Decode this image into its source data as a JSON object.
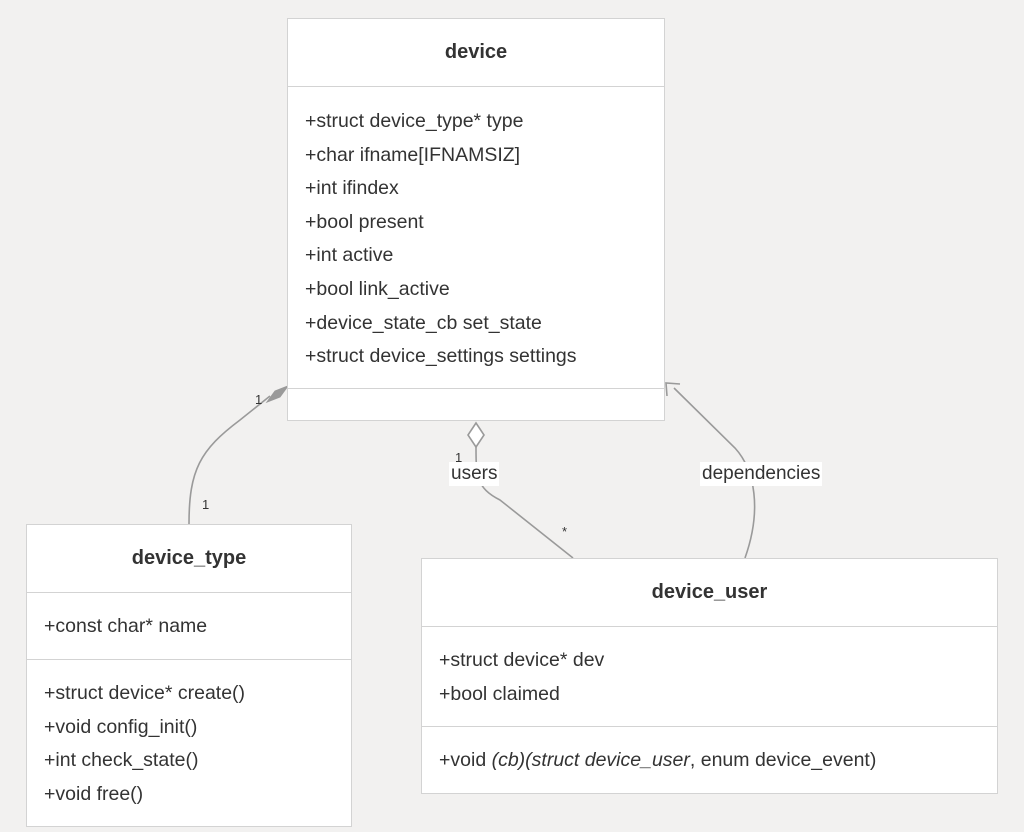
{
  "classes": {
    "device": {
      "name": "device",
      "attributes": [
        "+struct device_type* type",
        "+char ifname[IFNAMSIZ]",
        "+int ifindex",
        "+bool present",
        "+int active",
        "+bool link_active",
        "+device_state_cb set_state",
        "+struct device_settings settings"
      ],
      "methods": []
    },
    "device_type": {
      "name": "device_type",
      "attributes": [
        "+const char* name"
      ],
      "methods": [
        "+struct device* create()",
        "+void config_init()",
        "+int check_state()",
        "+void free()"
      ]
    },
    "device_user": {
      "name": "device_user",
      "attributes": [
        "+struct device* dev",
        "+bool claimed"
      ],
      "method_parts": {
        "prefix": "+void ",
        "italic": "(cb)(struct device_user",
        "suffix": ", enum device_event)"
      }
    }
  },
  "relations": {
    "composition": {
      "from_multiplicity": "1",
      "to_multiplicity": "1"
    },
    "aggregation": {
      "label": "users",
      "from_multiplicity": "1",
      "to_multiplicity": "*"
    },
    "dependency": {
      "label": "dependencies"
    }
  },
  "colors": {
    "background": "#f2f1f0",
    "box_fill": "#ffffff",
    "box_border": "#d3d3d3",
    "edge": "#9a9a9a",
    "text": "#333333"
  }
}
